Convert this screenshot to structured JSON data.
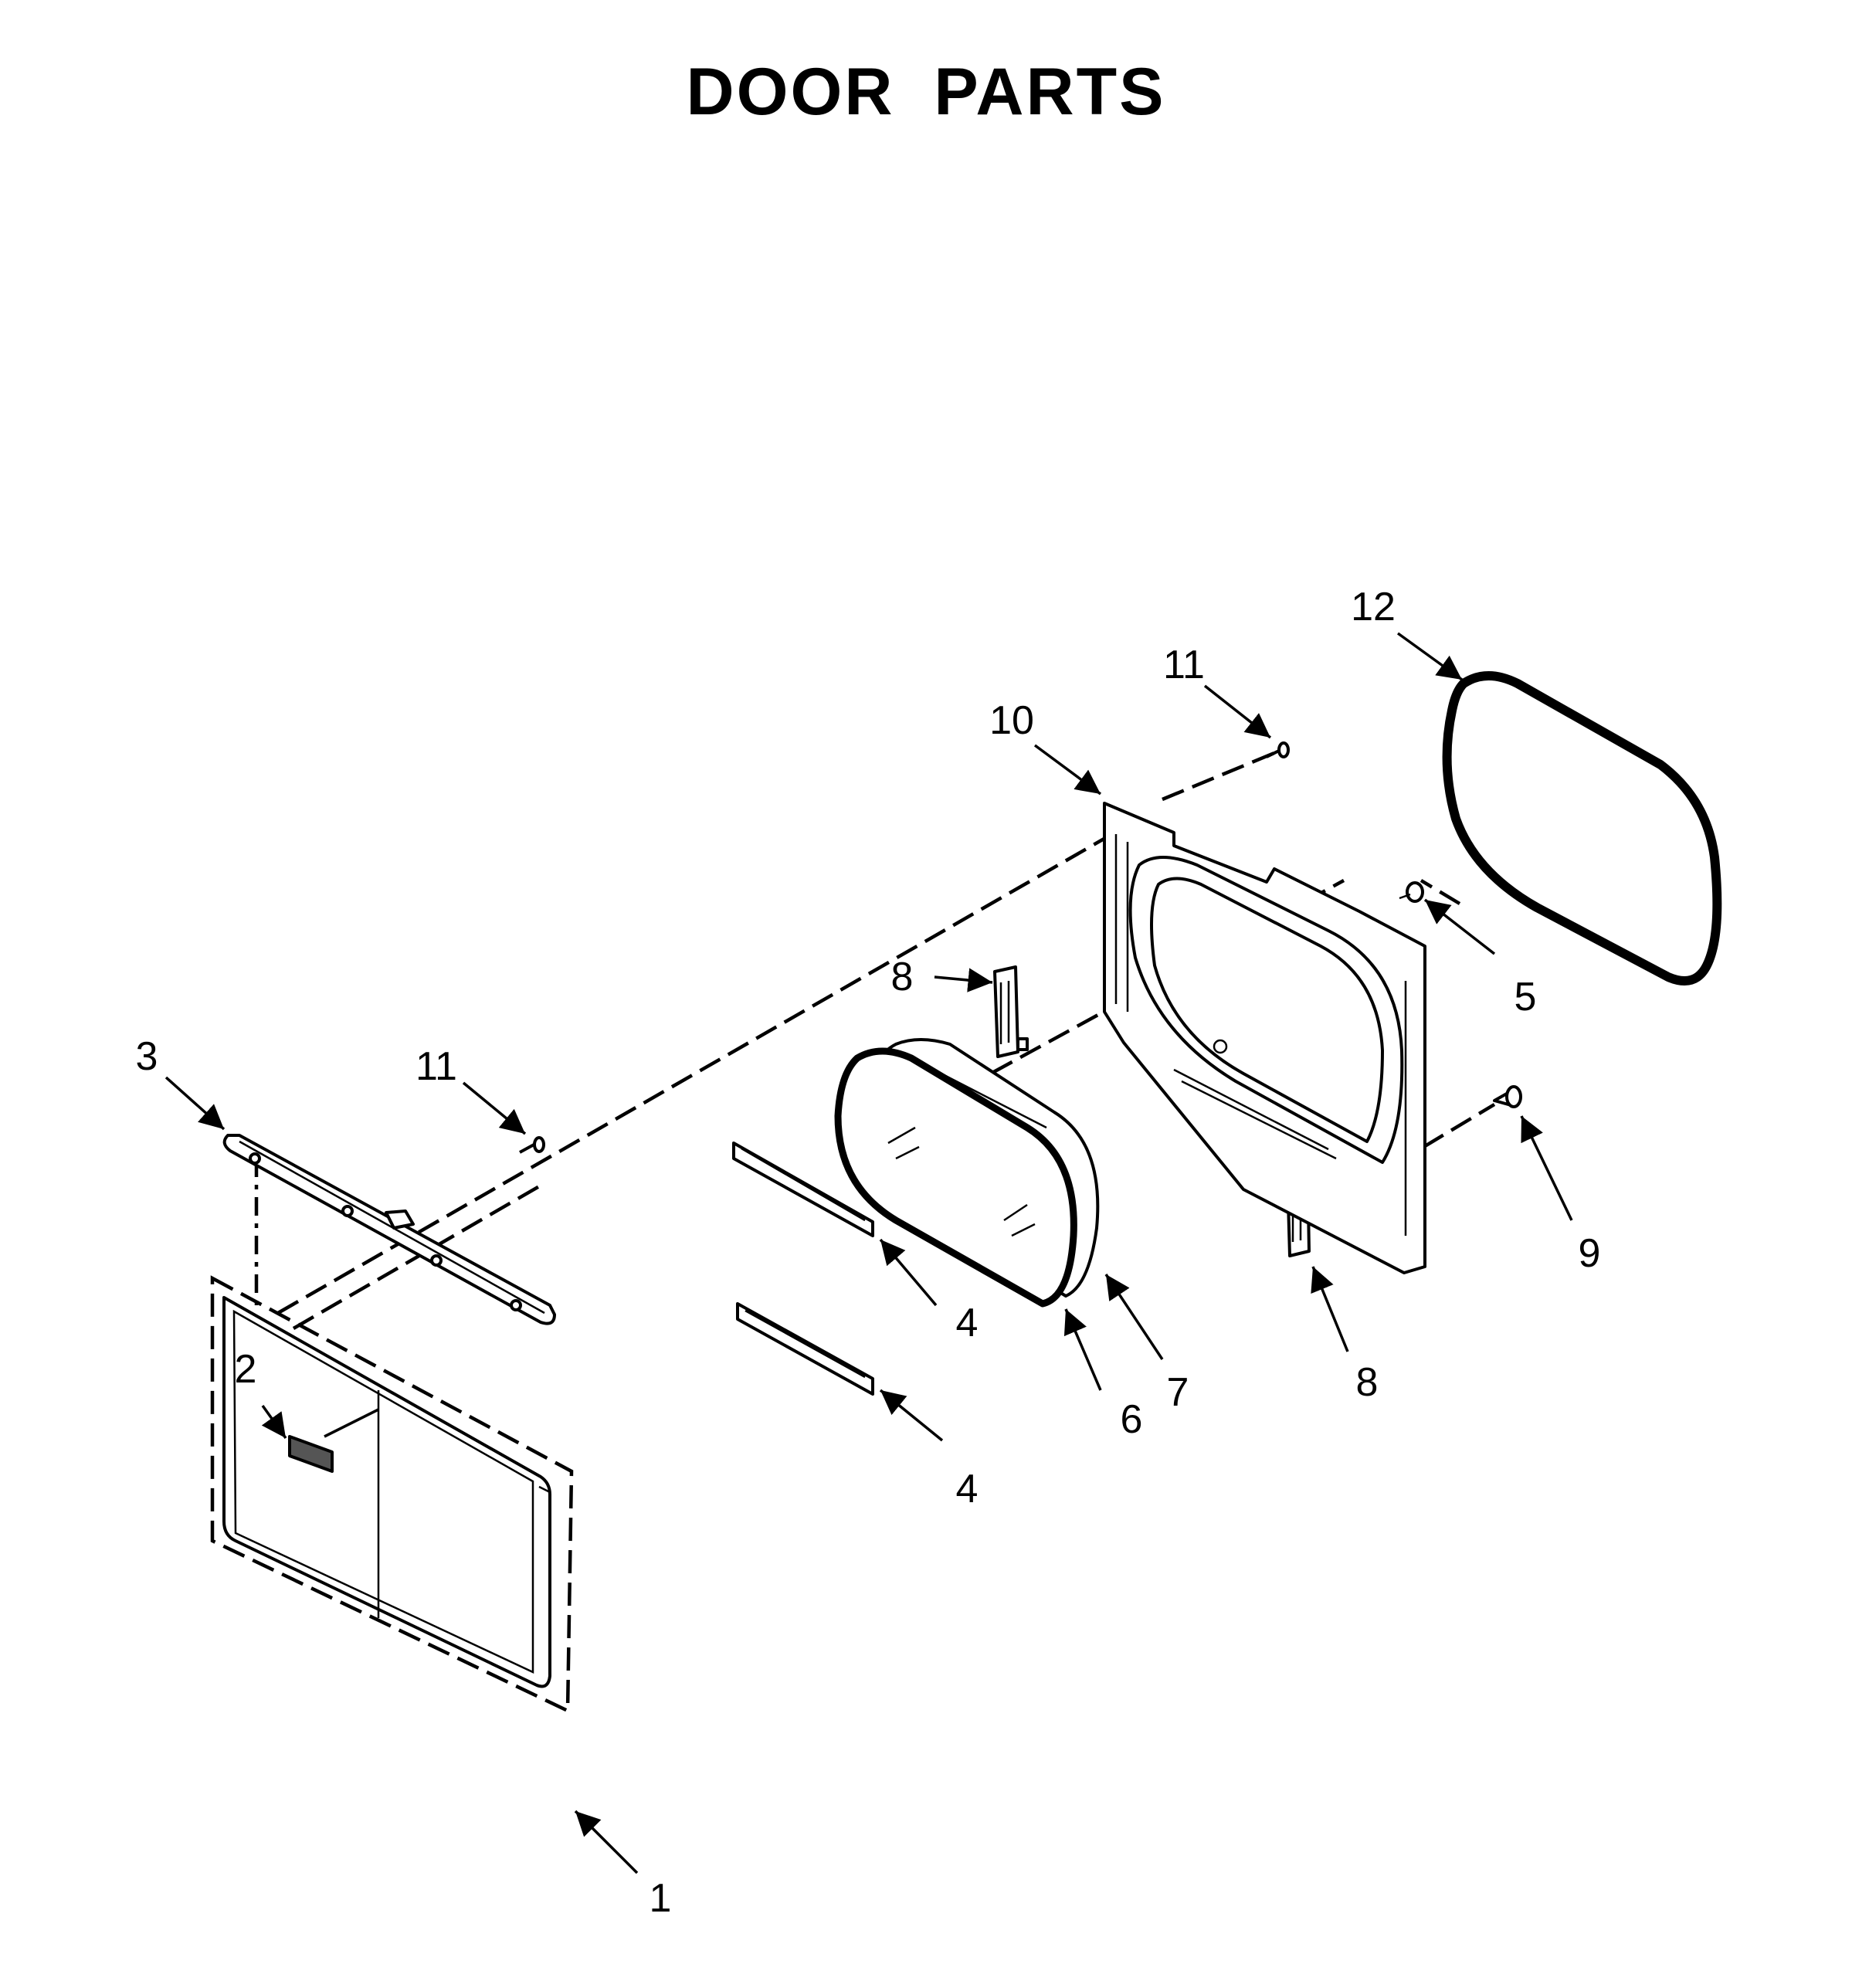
{
  "title": "DOOR PARTS",
  "callouts": [
    "1",
    "2",
    "3",
    "4",
    "4",
    "5",
    "6",
    "7",
    "8",
    "8",
    "9",
    "10",
    "11",
    "11",
    "12"
  ]
}
